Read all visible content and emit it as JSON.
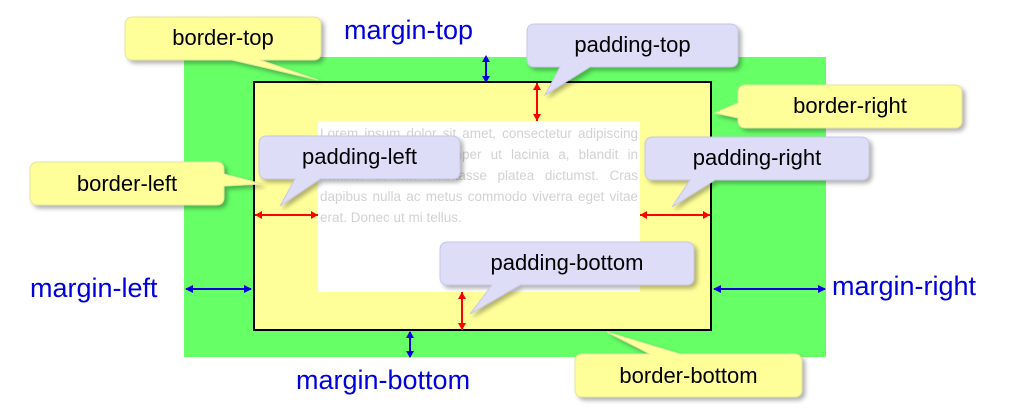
{
  "margin_labels": {
    "top": "margin-top",
    "left": "margin-left",
    "right": "margin-right",
    "bottom": "margin-bottom"
  },
  "border_callouts": {
    "top": "border-top",
    "left": "border-left",
    "right": "border-right",
    "bottom": "border-bottom"
  },
  "padding_callouts": {
    "top": "padding-top",
    "left": "padding-left",
    "right": "padding-right",
    "bottom": "padding-bottom"
  },
  "content_text": "Lorem ipsum dolor sit amet, consectetur adipiscing elit. Nunc libero, semper ut lacinia a, blandit in mauris. In hac habitasse platea dictumst. Cras dapibus nulla ac metus commodo viverra eget vitae erat. Donec ut mi tellus.",
  "colors": {
    "margin": "#66ff66",
    "border_area": "#ffff99",
    "content": "#ffffff",
    "margin_arrows": "#0000dd",
    "padding_arrows": "#ff0000",
    "border_callout_fill": "#ffff99",
    "padding_callout_fill": "#ddddf8"
  }
}
